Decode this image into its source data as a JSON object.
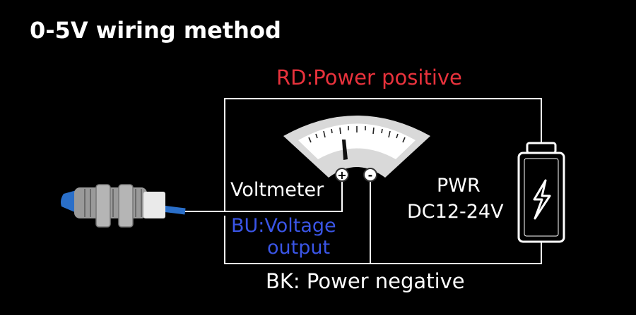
{
  "title": "0-5V wiring method",
  "wires": {
    "red_label": "RD:Power positive",
    "blue_label_line1": "BU:Voltage",
    "blue_label_line2": "output",
    "black_label": "BK:  Power negative",
    "red_color": "#e8323c",
    "blue_color": "#3a55e6"
  },
  "voltmeter": {
    "label": "Voltmeter",
    "plus": "+",
    "minus": "-"
  },
  "power": {
    "line1": "PWR",
    "line2": "DC12-24V"
  },
  "sensor": {
    "cap_color": "#2a6fc9"
  }
}
